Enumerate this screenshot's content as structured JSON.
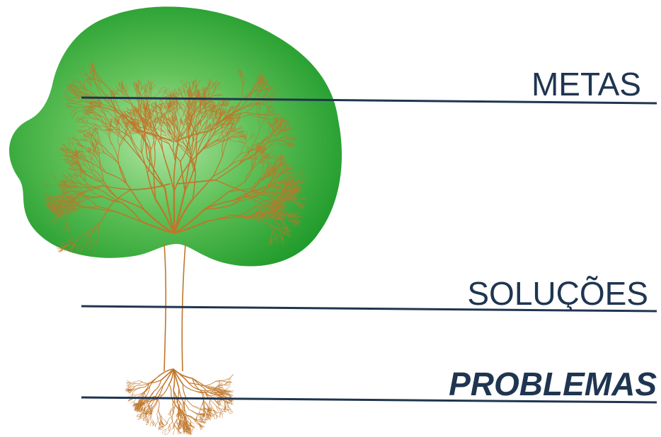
{
  "levels": {
    "metas": "METAS",
    "solucoes": "SOLUÇÕES",
    "problemas": "PROBLEMAS"
  },
  "colors": {
    "crown_light": "#a9e09a",
    "crown_dark": "#1e9a2a",
    "branch": "#c0762a",
    "line": "#1f3550",
    "text": "#1f3550"
  }
}
